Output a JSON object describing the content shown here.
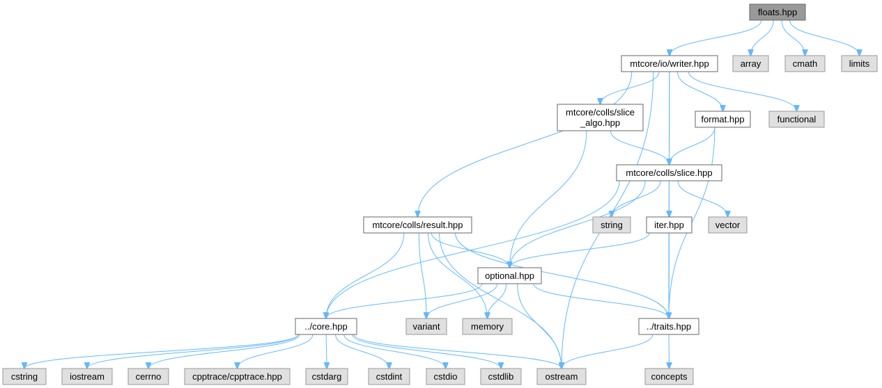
{
  "graph": {
    "edge_color": "#63b8ff",
    "root_fill": "#999999",
    "system_fill": "#e0e0e0",
    "header_fill": "#ffffff",
    "nodes": [
      {
        "id": "floats",
        "label": [
          "floats.hpp"
        ],
        "kind": "root"
      },
      {
        "id": "writer",
        "label": [
          "mtcore/io/writer.hpp"
        ],
        "kind": "header"
      },
      {
        "id": "array",
        "label": [
          "array"
        ],
        "kind": "system"
      },
      {
        "id": "cmath",
        "label": [
          "cmath"
        ],
        "kind": "system"
      },
      {
        "id": "limits",
        "label": [
          "limits"
        ],
        "kind": "system"
      },
      {
        "id": "slice_algo",
        "label": [
          "mtcore/colls/slice",
          "_algo.hpp"
        ],
        "kind": "header"
      },
      {
        "id": "format",
        "label": [
          "format.hpp"
        ],
        "kind": "header"
      },
      {
        "id": "functional",
        "label": [
          "functional"
        ],
        "kind": "system"
      },
      {
        "id": "slice",
        "label": [
          "mtcore/colls/slice.hpp"
        ],
        "kind": "header"
      },
      {
        "id": "result",
        "label": [
          "mtcore/colls/result.hpp"
        ],
        "kind": "header"
      },
      {
        "id": "string",
        "label": [
          "string"
        ],
        "kind": "system"
      },
      {
        "id": "iter",
        "label": [
          "iter.hpp"
        ],
        "kind": "header"
      },
      {
        "id": "vector",
        "label": [
          "vector"
        ],
        "kind": "system"
      },
      {
        "id": "optional",
        "label": [
          "optional.hpp"
        ],
        "kind": "header"
      },
      {
        "id": "core",
        "label": [
          "../core.hpp"
        ],
        "kind": "header"
      },
      {
        "id": "variant",
        "label": [
          "variant"
        ],
        "kind": "system"
      },
      {
        "id": "memory",
        "label": [
          "memory"
        ],
        "kind": "system"
      },
      {
        "id": "traits",
        "label": [
          "../traits.hpp"
        ],
        "kind": "header"
      },
      {
        "id": "cstring",
        "label": [
          "cstring"
        ],
        "kind": "system"
      },
      {
        "id": "iostream",
        "label": [
          "iostream"
        ],
        "kind": "system"
      },
      {
        "id": "cerrno",
        "label": [
          "cerrno"
        ],
        "kind": "system"
      },
      {
        "id": "cpptrace",
        "label": [
          "cpptrace/cpptrace.hpp"
        ],
        "kind": "system"
      },
      {
        "id": "cstdarg",
        "label": [
          "cstdarg"
        ],
        "kind": "system"
      },
      {
        "id": "cstdint",
        "label": [
          "cstdint"
        ],
        "kind": "system"
      },
      {
        "id": "cstdio",
        "label": [
          "cstdio"
        ],
        "kind": "system"
      },
      {
        "id": "cstdlib",
        "label": [
          "cstdlib"
        ],
        "kind": "system"
      },
      {
        "id": "ostream",
        "label": [
          "ostream"
        ],
        "kind": "system"
      },
      {
        "id": "concepts",
        "label": [
          "concepts"
        ],
        "kind": "system"
      }
    ],
    "edges": [
      [
        "floats",
        "writer"
      ],
      [
        "floats",
        "array"
      ],
      [
        "floats",
        "cmath"
      ],
      [
        "floats",
        "limits"
      ],
      [
        "writer",
        "slice_algo"
      ],
      [
        "writer",
        "format"
      ],
      [
        "writer",
        "functional"
      ],
      [
        "writer",
        "slice"
      ],
      [
        "writer",
        "result"
      ],
      [
        "writer",
        "ostream"
      ],
      [
        "writer",
        "traits"
      ],
      [
        "slice_algo",
        "slice"
      ],
      [
        "slice_algo",
        "optional"
      ],
      [
        "format",
        "slice"
      ],
      [
        "format",
        "traits"
      ],
      [
        "slice",
        "string"
      ],
      [
        "slice",
        "iter"
      ],
      [
        "slice",
        "vector"
      ],
      [
        "slice",
        "core"
      ],
      [
        "slice",
        "optional"
      ],
      [
        "slice",
        "traits"
      ],
      [
        "iter",
        "optional"
      ],
      [
        "iter",
        "traits"
      ],
      [
        "result",
        "core"
      ],
      [
        "result",
        "optional"
      ],
      [
        "result",
        "variant"
      ],
      [
        "result",
        "memory"
      ],
      [
        "result",
        "traits"
      ],
      [
        "result",
        "ostream"
      ],
      [
        "optional",
        "core"
      ],
      [
        "optional",
        "variant"
      ],
      [
        "optional",
        "memory"
      ],
      [
        "optional",
        "traits"
      ],
      [
        "optional",
        "ostream"
      ],
      [
        "core",
        "cstring"
      ],
      [
        "core",
        "iostream"
      ],
      [
        "core",
        "cerrno"
      ],
      [
        "core",
        "cpptrace"
      ],
      [
        "core",
        "cstdarg"
      ],
      [
        "core",
        "cstdint"
      ],
      [
        "core",
        "cstdio"
      ],
      [
        "core",
        "cstdlib"
      ],
      [
        "core",
        "ostream"
      ],
      [
        "traits",
        "ostream"
      ],
      [
        "traits",
        "concepts"
      ]
    ]
  }
}
